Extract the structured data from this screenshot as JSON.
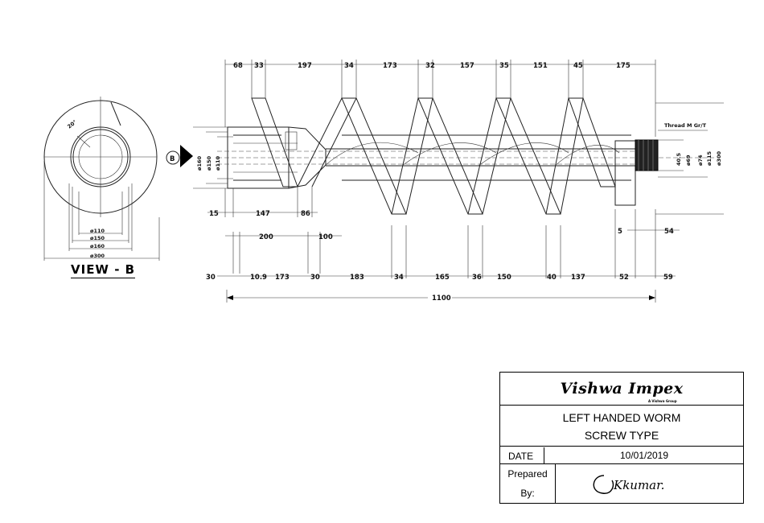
{
  "drawing": {
    "view_label": "VIEW - B",
    "section_marker": "B",
    "view_b_angle_label": "20°",
    "view_b_diameters": [
      "ø110",
      "ø150",
      "ø160",
      "ø300"
    ],
    "left_diameters": [
      "ø160",
      "ø150",
      "ø110"
    ],
    "top_dimensions": [
      "68",
      "33",
      "197",
      "34",
      "173",
      "32",
      "157",
      "35",
      "151",
      "45",
      "175"
    ],
    "bottom_row1": [
      "15",
      "147",
      "86"
    ],
    "bottom_row2": [
      "200",
      "100"
    ],
    "bottom_row3": [
      "30",
      "10.9",
      "173",
      "30",
      "183",
      "34",
      "165",
      "36",
      "150",
      "40",
      "137",
      "52",
      "59"
    ],
    "overall_length": "1100",
    "right_dimensions": [
      "5",
      "54"
    ],
    "thread_note": "Thread M Gr/T",
    "right_diameters": [
      "40.5",
      "ø69",
      "ø74",
      "ø115",
      "ø300"
    ]
  },
  "title_block": {
    "company": "Vishwa Impex",
    "company_sub": "A Vishwa Group",
    "title_line1": "LEFT HANDED WORM",
    "title_line2": "SCREW TYPE",
    "date_label": "DATE",
    "date_value": "10/01/2019",
    "prepared_label_1": "Prepared",
    "prepared_label_2": "By:",
    "signature": "Kkumar."
  }
}
